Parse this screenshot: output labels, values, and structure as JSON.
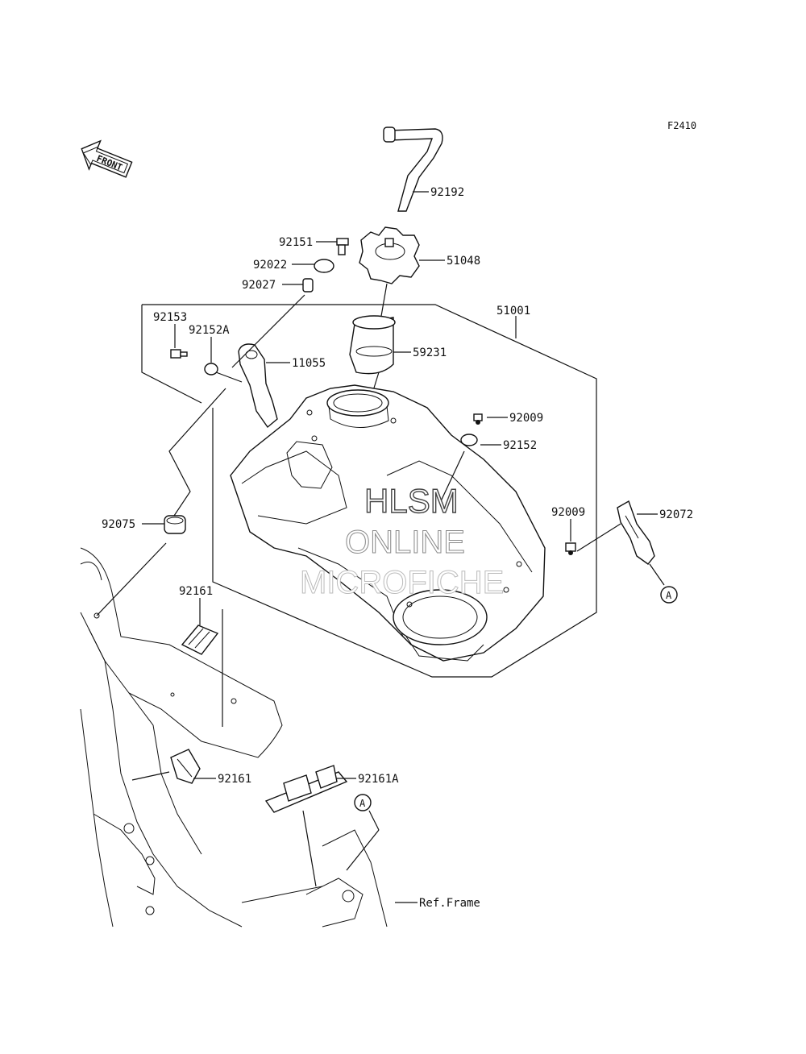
{
  "figure_code": "F2410",
  "front_label": "FRONT",
  "watermark": {
    "line1": "HLSM",
    "line2": "ONLINE",
    "line3": "MICROFICHE"
  },
  "callouts": {
    "p92192": "92192",
    "p92151": "92151",
    "p51048": "51048",
    "p92022": "92022",
    "p92027": "92027",
    "p51001": "51001",
    "p92153": "92153",
    "p92152A": "92152A",
    "p11055": "11055",
    "p59231": "59231",
    "p92009a": "92009",
    "p92152": "92152",
    "p92009b": "92009",
    "p92072": "92072",
    "p92075": "92075",
    "p92161a": "92161",
    "p92161b": "92161",
    "p92161A": "92161A",
    "ref_frame": "Ref.Frame",
    "ref_a1": "A",
    "ref_a2": "A"
  }
}
